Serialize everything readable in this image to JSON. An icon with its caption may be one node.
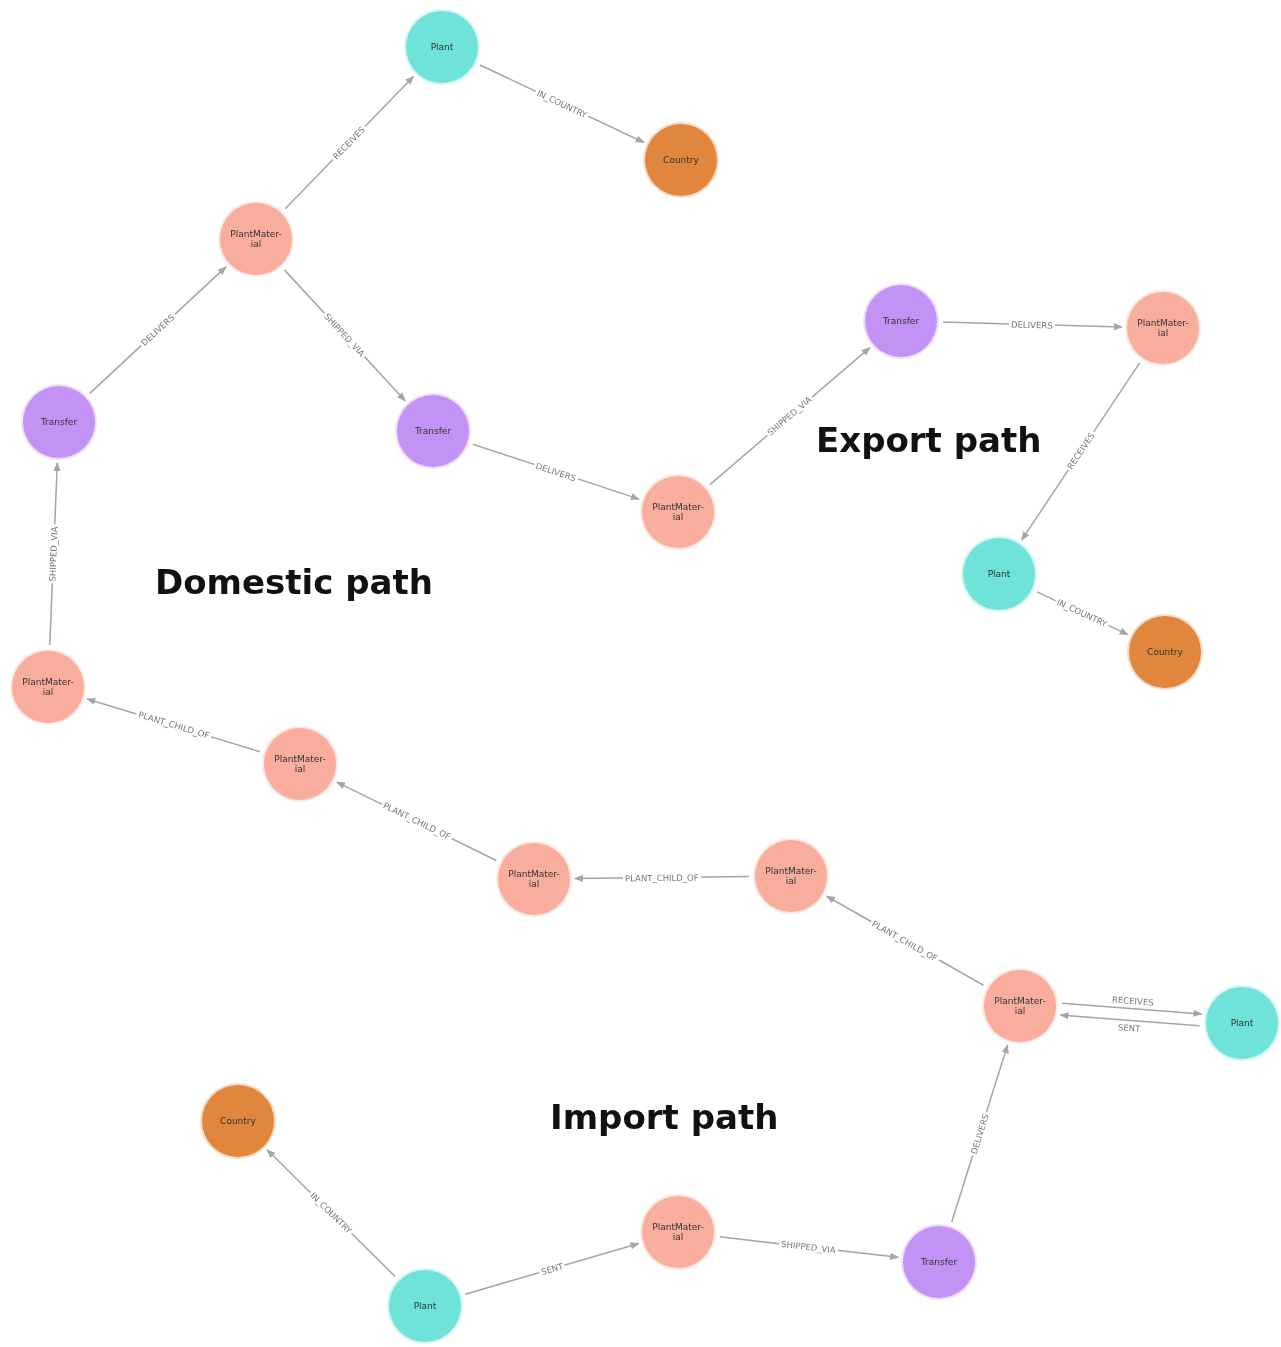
{
  "diagram": {
    "nodes": [
      {
        "text": [
          "Plant"
        ]
      },
      {
        "text": [
          "Country"
        ]
      },
      {
        "text": [
          "PlantMater-ial"
        ]
      },
      {
        "text": [
          "Transfer"
        ]
      },
      {
        "text": [
          "Transfer"
        ]
      },
      {
        "text": [
          "PlantMater-ial"
        ]
      },
      {
        "text": [
          "Transfer"
        ]
      },
      {
        "text": [
          "PlantMater-ial"
        ]
      },
      {
        "text": [
          "Plant"
        ]
      },
      {
        "text": [
          "Country"
        ]
      },
      {
        "text": [
          "PlantMater-ial"
        ]
      },
      {
        "text": [
          "PlantMater-ial"
        ]
      },
      {
        "text": [
          "PlantMater-ial"
        ]
      },
      {
        "text": [
          "PlantMater-ial"
        ]
      },
      {
        "text": [
          "PlantMater-ial"
        ]
      },
      {
        "text": [
          "Plant"
        ]
      },
      {
        "text": [
          "Country"
        ]
      },
      {
        "text": [
          "PlantMater-ial"
        ]
      },
      {
        "text": [
          "Transfer"
        ]
      },
      {
        "text": [
          "Plant"
        ]
      }
    ],
    "edges": [
      {
        "from": 2,
        "to": 0,
        "arrow": "to",
        "label": "RECEIVES"
      },
      {
        "from": 0,
        "to": 1,
        "arrow": "to",
        "label": "IN_COUNTRY"
      },
      {
        "from": 3,
        "to": 2,
        "arrow": "to",
        "label": "DELIVERS"
      },
      {
        "from": 2,
        "to": 4,
        "arrow": "to",
        "label": "SHIPPED_VIA"
      },
      {
        "from": 4,
        "to": 5,
        "arrow": "to",
        "label": "DELIVERS"
      },
      {
        "from": 5,
        "to": 6,
        "arrow": "to",
        "label": "SHIPPED_VIA"
      },
      {
        "from": 6,
        "to": 7,
        "arrow": "to",
        "label": "DELIVERS"
      },
      {
        "from": 7,
        "to": 8,
        "arrow": "to",
        "label": "RECEIVES"
      },
      {
        "from": 8,
        "to": 9,
        "arrow": "to",
        "label": "IN_COUNTRY"
      },
      {
        "from": 10,
        "to": 3,
        "arrow": "to",
        "label": "SHIPPED_VIA"
      },
      {
        "from": 11,
        "to": 10,
        "arrow": "to",
        "label": "PLANT_CHILD_OF"
      },
      {
        "from": 12,
        "to": 11,
        "arrow": "to",
        "label": "PLANT_CHILD_OF"
      },
      {
        "from": 13,
        "to": 12,
        "arrow": "to",
        "label": "PLANT_CHILD_OF"
      },
      {
        "from": 14,
        "to": 13,
        "arrow": "to",
        "label": "PLANT_CHILD_OF"
      },
      {
        "from": 14,
        "to": 15,
        "arrow": "to",
        "label": "RECEIVES"
      },
      {
        "from": 15,
        "to": 14,
        "arrow": "to",
        "label": "SENT"
      },
      {
        "from": 19,
        "to": 16,
        "arrow": "to",
        "label": "IN_COUNTRY"
      },
      {
        "from": 19,
        "to": 17,
        "arrow": "to",
        "label": "SENT"
      },
      {
        "from": 17,
        "to": 18,
        "arrow": "to",
        "label": "SHIPPED_VIA"
      },
      {
        "from": 18,
        "to": 14,
        "arrow": "to",
        "label": "DELIVERS"
      }
    ],
    "labels": [
      "Export path",
      "Domestic path",
      "Import path"
    ]
  }
}
